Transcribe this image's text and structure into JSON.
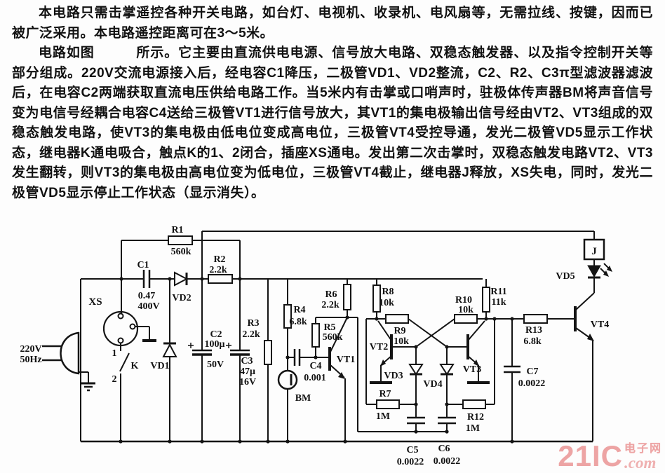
{
  "document": {
    "paragraphs": [
      "本电路只需击掌遥控各种开关电路，如台灯、电视机、收录机、电风扇等，无需拉线、按键，因而已被广泛采用。本电路遥控距离可在3～5米。",
      "电路如图　　　所示。它主要由直流供电电源、信号放大电路、双稳态触发器、以及指令控制开关等部分组成。220V交流电源接入后，经电容C1降压，二极管VD1、VD2整流，C2、R2、C3π型滤波器滤波后，在电容C2两端获取直流电压供给电路工作。当5米内有击掌或口哨声时，驻极体传声器BM将声音信号变为电信号经耦合电容C4送给三极管VT1进行信号放大，其VT1的集电极输出信号经由VT2、VT3组成的双稳态触发电路，使VT3的集电极由低电位变成高电位，三极管VT4受控导通，发光二极管VD5显示工作状态，继电器K通电吸合，触点K的1、2闭合，插座XS通电。发出第二次击掌时，双稳态触发电路VT2、VT3发生翻转，则VT3的集电极由高电位变为低电位，三极管VT4截止，继电器J释放，XS失电，同时，发光二极管VD5显示停止工作状态（显示消失）。"
    ]
  },
  "schematic": {
    "labels": {
      "mains_voltage": "220V",
      "mains_freq": "50Hz",
      "xs": "XS",
      "pin1": "1",
      "pin2": "2",
      "k": "K",
      "j": "J",
      "vd1": "VD1",
      "vd2": "VD2",
      "vd3": "VD3",
      "vd4": "VD4",
      "vd5": "VD5",
      "vt1": "VT1",
      "vt2": "VT2",
      "vt3": "VT3",
      "vt4": "VT4",
      "bm": "BM",
      "r1": "R1",
      "r1_val": "560k",
      "r2": "R2",
      "r2_val": "2.2k",
      "r3": "R3",
      "r3_val": "2.2k",
      "r4": "R4",
      "r4_val": "6.8k",
      "r5": "R5",
      "r5_val": "560k",
      "r6": "R6",
      "r6_val": "2.2k",
      "r7": "R7",
      "r7_val": "1M",
      "r8": "R8",
      "r8_val": "10k",
      "r9": "R9",
      "r9_val": "10k",
      "r10": "R10",
      "r10_val": "10k",
      "r11": "R11",
      "r11_val": "11k",
      "r12": "R12",
      "r12_val": "1M",
      "r13": "R13",
      "r13_val": "6.8k",
      "c1": "C1",
      "c1_val": "0.47",
      "c1_volt": "400V",
      "c2": "C2",
      "c2_val": "100μ",
      "c2_volt": "50V",
      "c3": "C3",
      "c3_val": "47μ",
      "c3_volt": "16V",
      "c4": "C4",
      "c4_val": "0.001",
      "c5": "C5",
      "c5_val": "0.0022",
      "c6": "C6",
      "c6_val": "0.0022",
      "c7": "C7",
      "c7_val": "0.0022"
    },
    "ink_color": "#141414"
  },
  "watermark": {
    "brand": "21IC",
    "suffix": ".com",
    "site_name": "电子网",
    "color": "#eda4a4"
  }
}
